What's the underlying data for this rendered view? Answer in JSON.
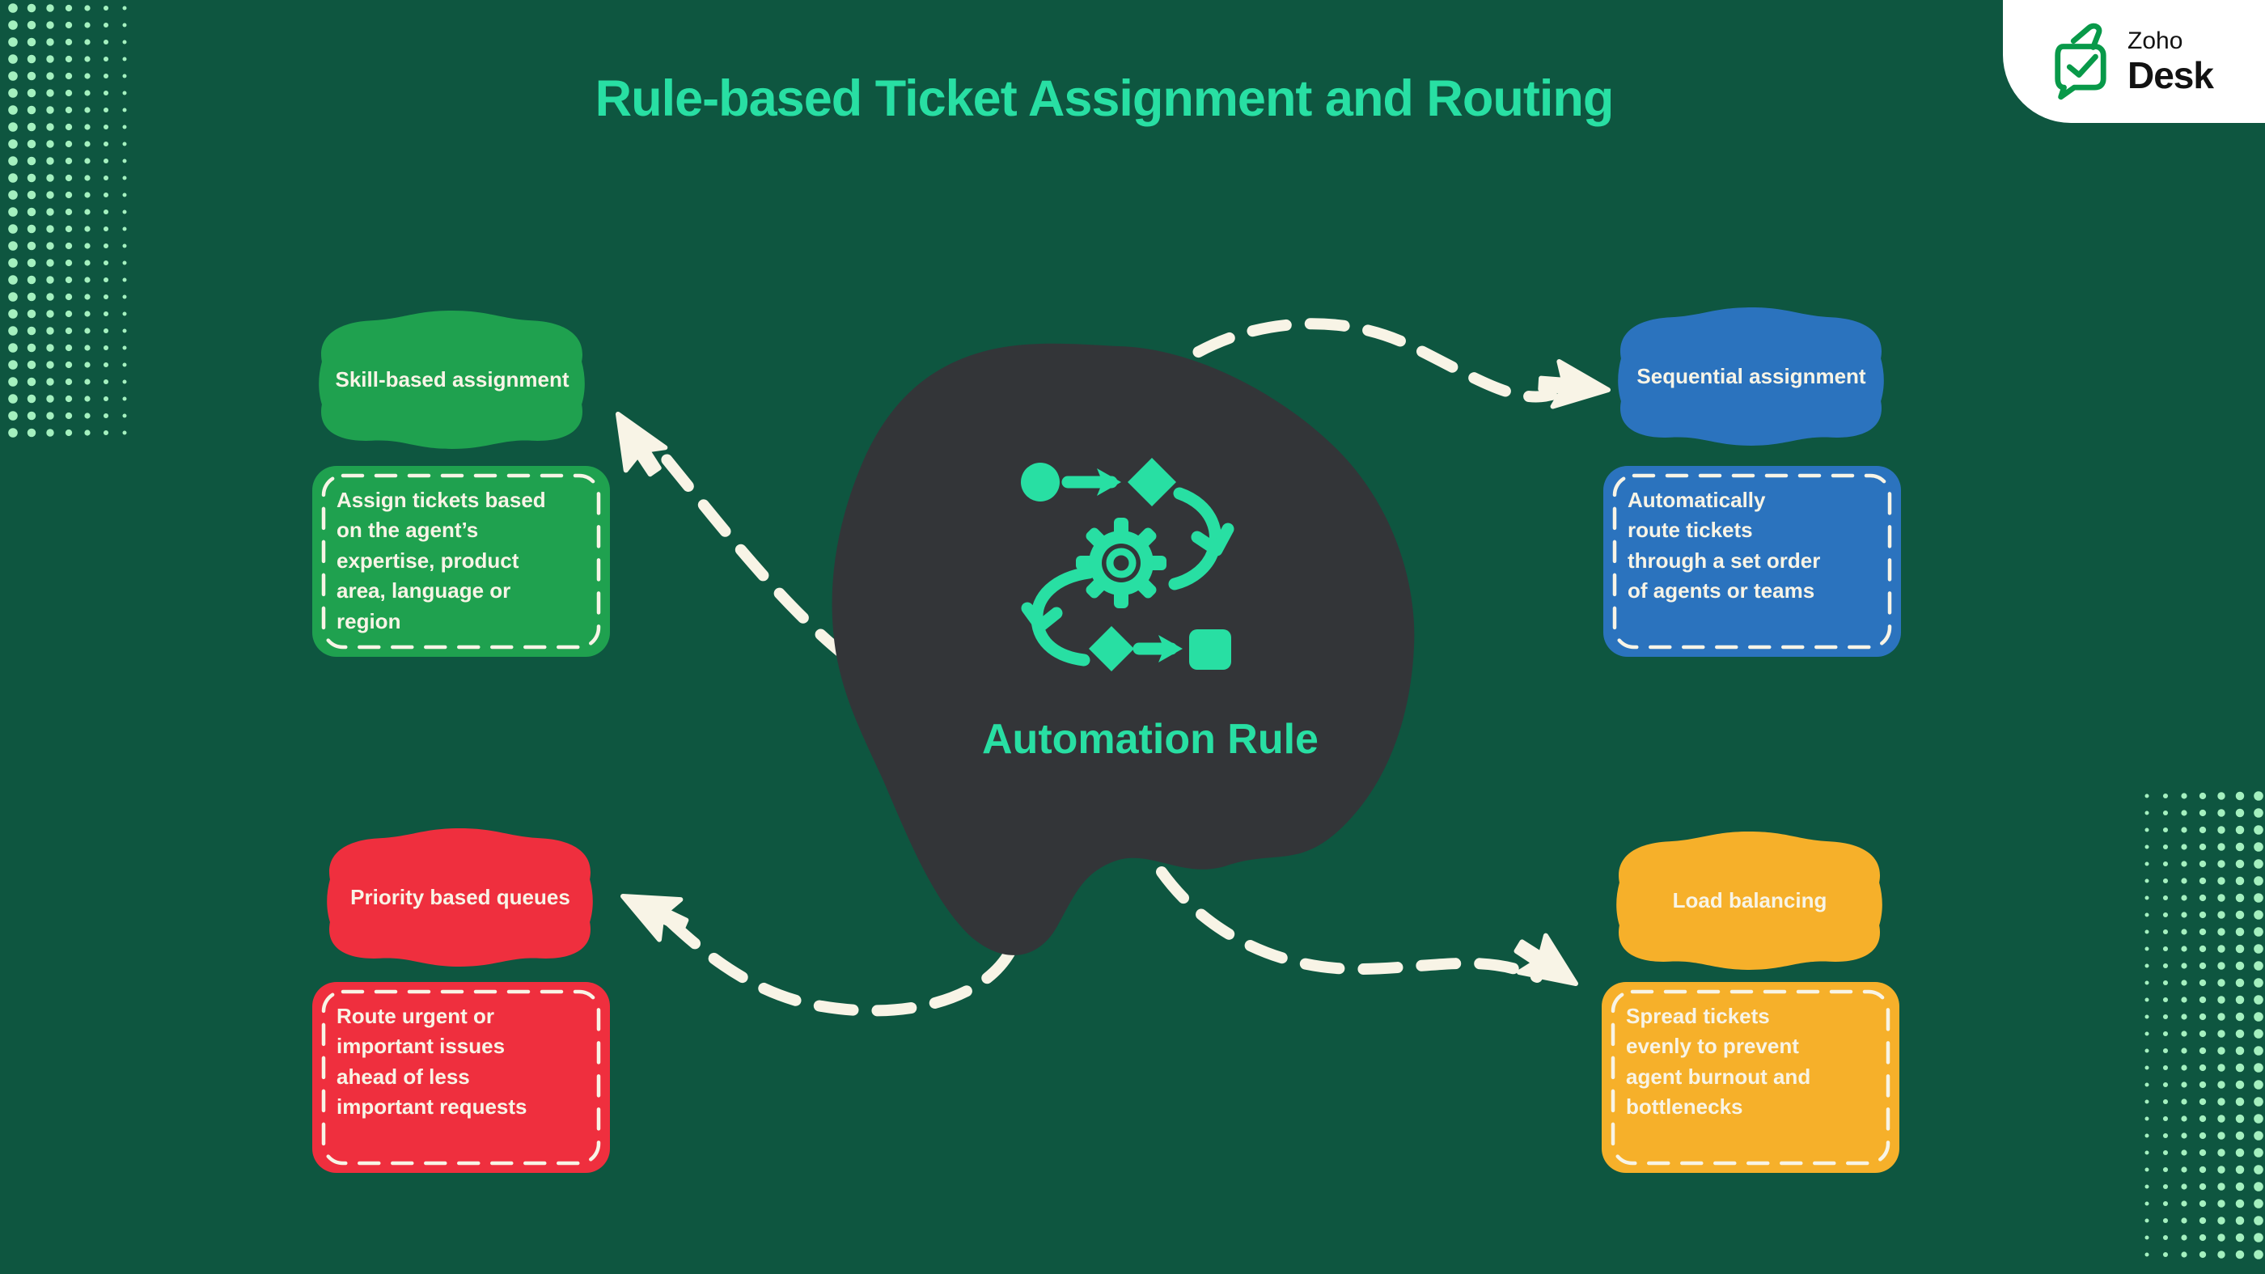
{
  "page": {
    "title": "Rule-based Ticket Assignment and Routing",
    "background": "#0E5640",
    "accent": "#28DFA3",
    "cream": "#F8F4E6"
  },
  "logo": {
    "brand_top": "Zoho",
    "brand_bottom": "Desk",
    "icon": "zoho-desk-chat-check-icon",
    "icon_color": "#089949"
  },
  "center": {
    "label": "Automation Rule",
    "icon": "workflow-gear-icon",
    "blob_color": "#333538"
  },
  "cards": [
    {
      "id": "skill-based",
      "label": "Skill-based assignment",
      "description": "Assign tickets based\non the agent’s\nexpertise, product\narea, language or\nregion",
      "color": "#1FA14F",
      "position": "top-left"
    },
    {
      "id": "sequential",
      "label": "Sequential assignment",
      "description": "Automatically\nroute tickets\nthrough a set order\nof agents or teams",
      "color": "#2B73BE",
      "position": "top-right"
    },
    {
      "id": "priority",
      "label": "Priority based queues",
      "description": "Route urgent or\nimportant issues\nahead of less\nimportant requests",
      "color": "#EF2F3E",
      "position": "bottom-left"
    },
    {
      "id": "load-balancing",
      "label": "Load balancing",
      "description": "Spread tickets\nevenly to prevent\nagent burnout and\nbottlenecks",
      "color": "#F6B02A",
      "position": "bottom-right"
    }
  ],
  "connectors": [
    {
      "from": "automation-rule",
      "to": "skill-based"
    },
    {
      "from": "automation-rule",
      "to": "sequential"
    },
    {
      "from": "automation-rule",
      "to": "priority"
    },
    {
      "from": "automation-rule",
      "to": "load-balancing"
    }
  ],
  "decor": {
    "dot_color": "#A4F0BF",
    "arrow_color": "#F8F4E6"
  }
}
